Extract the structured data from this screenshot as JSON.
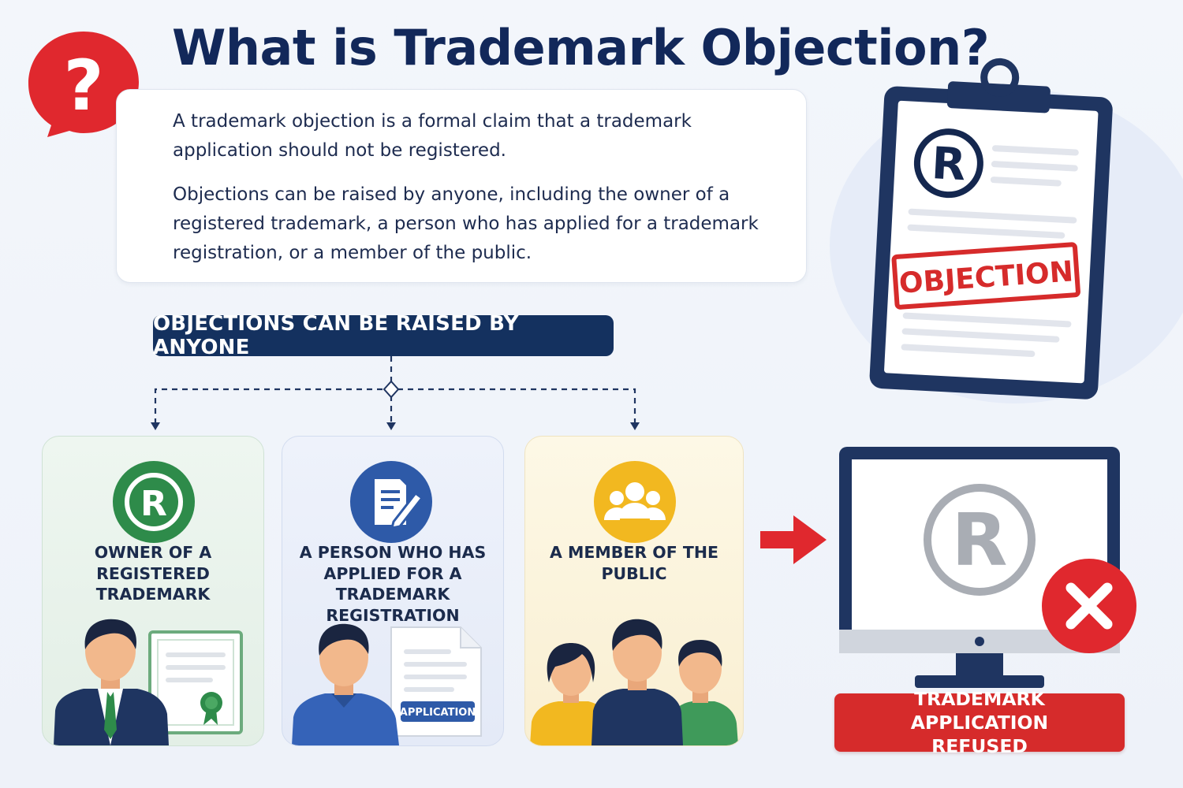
{
  "title": "What is Trademark Objection?",
  "intro": {
    "paragraph_1": "A trademark objection is a formal claim that a trademark application should not be registered.",
    "paragraph_2": "Objections can be raised by anyone, including the owner of a registered trademark, a person who has applied for a trademark registration, or a member of the public."
  },
  "clipboard": {
    "symbol": "R",
    "stamp": "OBJECTION"
  },
  "raised_by_header": "OBJECTIONS CAN BE RAISED BY ANYONE",
  "cards": [
    {
      "label": "OWNER OF A REGISTERED TRADEMARK",
      "icon": "registered-mark-icon",
      "accent": "#2e8b4a"
    },
    {
      "label": "A PERSON WHO HAS APPLIED FOR A TRADEMARK REGISTRATION",
      "icon": "document-pen-icon",
      "accent": "#2e5aa8",
      "document_tag": "APPLICATION"
    },
    {
      "label": "A MEMBER OF THE PUBLIC",
      "icon": "people-group-icon",
      "accent": "#f2b820"
    }
  ],
  "monitor": {
    "symbol": "R"
  },
  "result": "TRADEMARK APPLICATION REFUSED",
  "colors": {
    "navy": "#14315f",
    "red": "#d62b2b",
    "green": "#2e8b4a",
    "blue": "#2e5aa8",
    "yellow": "#f2b820"
  }
}
